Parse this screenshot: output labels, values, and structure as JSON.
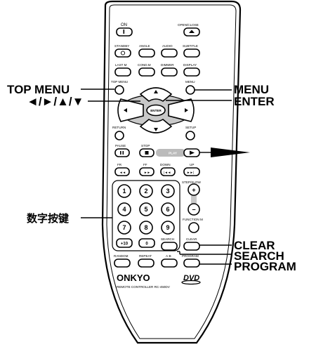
{
  "remote": {
    "brand": "ONKYO",
    "logo": "DVD",
    "model": "REMOTE CONTROLLER  RC-450DV",
    "buttons": {
      "on": "ON",
      "open_close": "OPEN/CLOSE",
      "standby": "STANDBY",
      "angle": "ANGLE",
      "audio": "AUDIO",
      "subtitle": "SUBTITLE",
      "last_m": "LAST M",
      "cond_m": "COND.M",
      "dimmer": "DIMMER",
      "display": "DISPLAY",
      "top_menu": "TOP MENU",
      "menu": "MENU",
      "enter": "ENTER",
      "return": "RETURN",
      "setup": "SETUP",
      "pause": "PAUSE",
      "stop": "STOP",
      "play": "PLAY",
      "fr": "FR",
      "ff": "FF",
      "down": "DOWN",
      "up": "UP",
      "step_slow": "STEP/SLOW",
      "function_m": "FUNCTION M",
      "search": "SEARCH",
      "clear": "CLEAR",
      "random": "RANDOM",
      "repeat": "REPEAT",
      "a_b": "A-B",
      "program": "PROGRAM",
      "plus": "+",
      "minus": "−",
      "plus10": "+10",
      "digits": [
        "1",
        "2",
        "3",
        "4",
        "5",
        "6",
        "7",
        "8",
        "9",
        "0"
      ]
    }
  },
  "callouts": {
    "top_menu": "TOP MENU",
    "arrows": "◄/►/▲/▼",
    "number_keys": "数字按键",
    "menu": "MENU",
    "enter": "ENTER",
    "clear": "CLEAR",
    "search": "SEARCH",
    "program": "PROGRAM"
  }
}
